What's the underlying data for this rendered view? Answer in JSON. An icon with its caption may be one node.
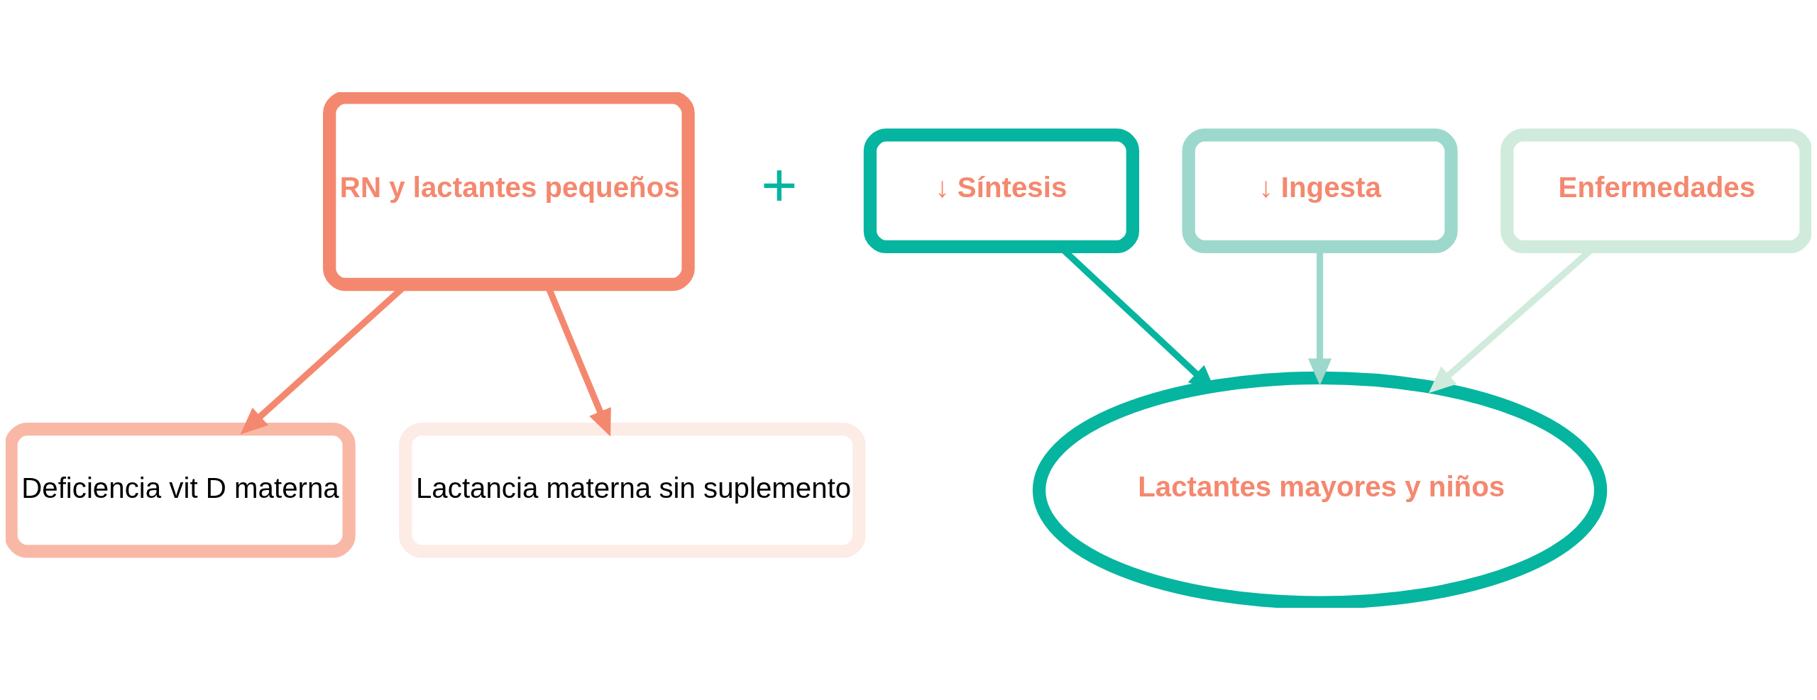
{
  "diagram": {
    "nodes": [
      {
        "text": [
          "RN y lactantes pequeños"
        ]
      },
      {
        "text": [
          "↓ Síntesis"
        ]
      },
      {
        "text": [
          "↓ Ingesta"
        ]
      },
      {
        "text": [
          "Enfermedades"
        ]
      },
      {
        "text": [
          "Deficiencia vit D materna"
        ]
      },
      {
        "text": [
          "Lactancia materna sin suplemento"
        ]
      },
      {
        "text": [
          "Lactantes mayores y niños"
        ]
      }
    ],
    "edges": [
      {
        "from": 0,
        "to": 4,
        "arrow": "to",
        "color": "#f4886f"
      },
      {
        "from": 0,
        "to": 5,
        "arrow": "to",
        "color": "#f4886f"
      },
      {
        "from": 1,
        "to": 6,
        "arrow": "to",
        "color": "#05b5a0"
      },
      {
        "from": 2,
        "to": 6,
        "arrow": "to",
        "color": "#9dd8cc"
      },
      {
        "from": 3,
        "to": 6,
        "arrow": "to",
        "color": "#d0ebdc"
      }
    ],
    "labels": [
      "+"
    ]
  }
}
